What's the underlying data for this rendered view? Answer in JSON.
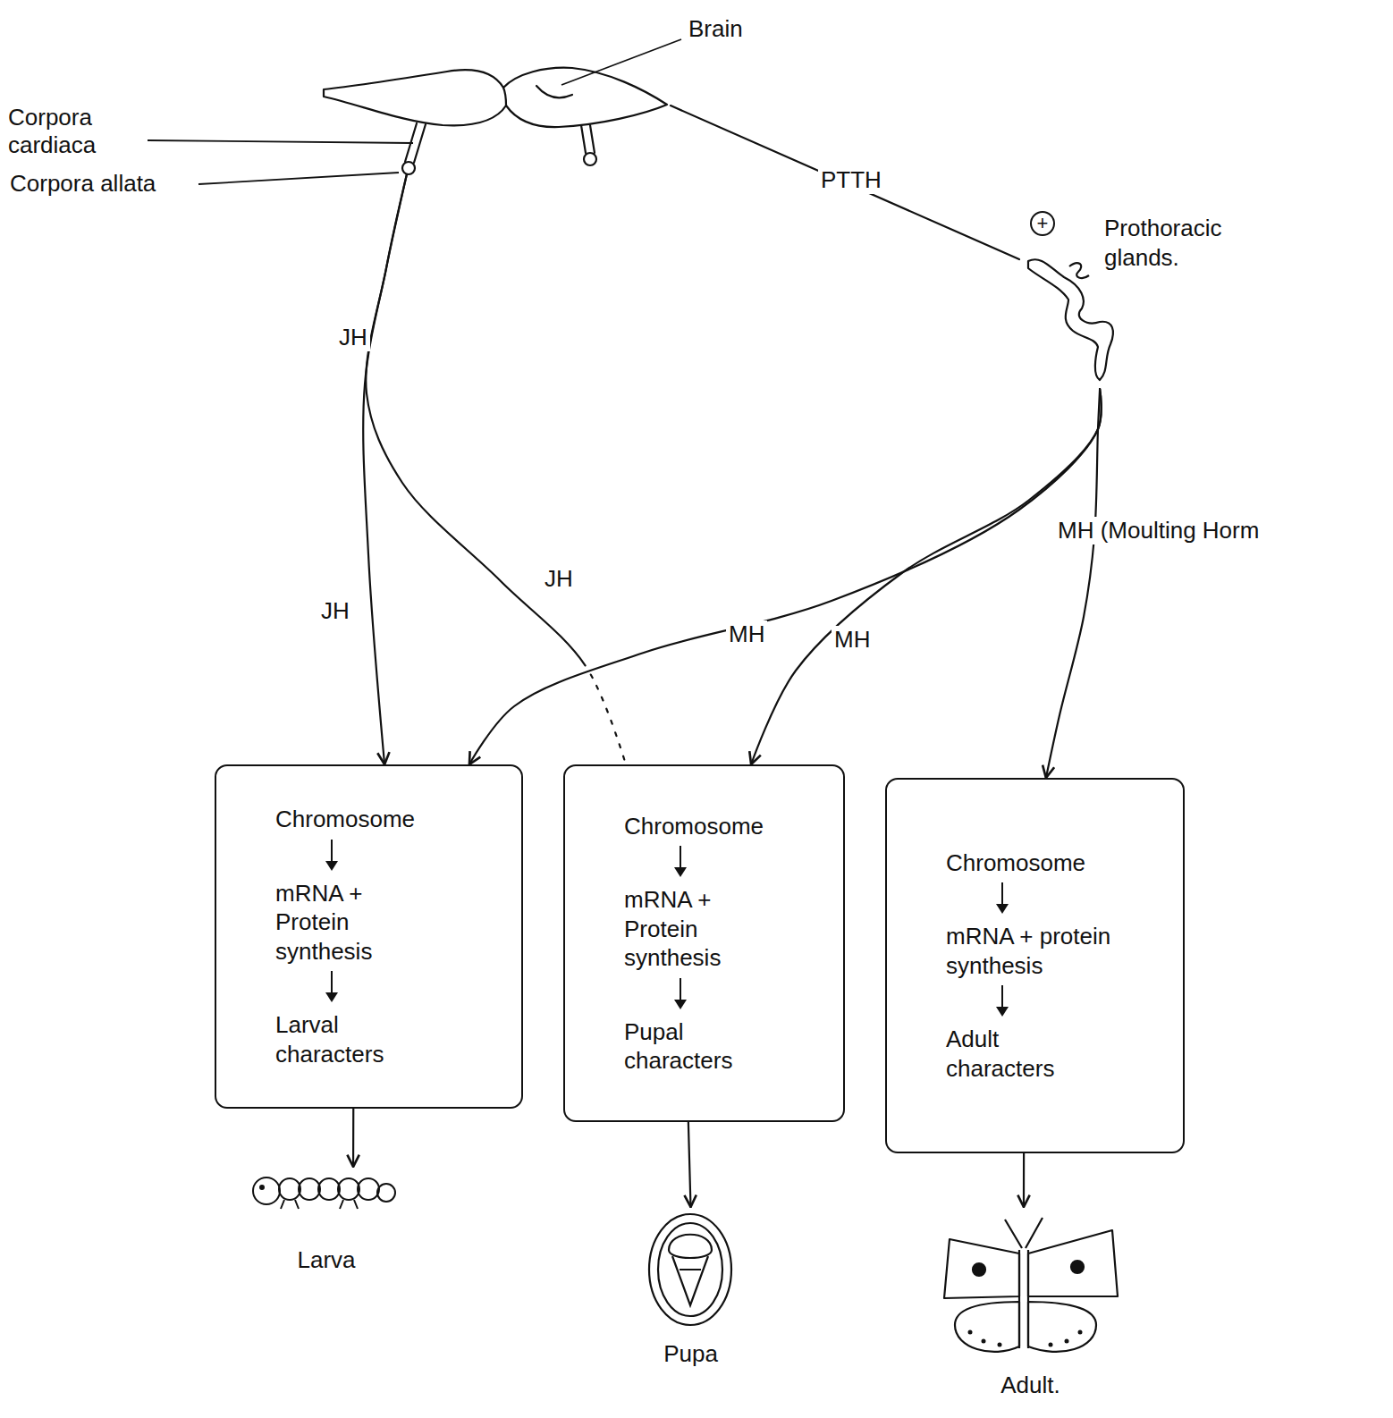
{
  "diagram": {
    "nodes": [
      {
        "text": [
          "Brain"
        ]
      },
      {
        "text": [
          "Prothoracic glands."
        ]
      },
      {
        "text": [
          "Chromosome",
          "mRNA + Protein synthesis",
          "Larval characters"
        ]
      },
      {
        "text": [
          "Chromosome",
          "mRNA + Protein synthesis",
          "Pupal characters"
        ]
      },
      {
        "text": [
          "Chromosome",
          "mRNA + protein synthesis",
          "Adult characters"
        ]
      },
      {
        "text": [
          "Larva"
        ]
      },
      {
        "text": [
          "Pupa"
        ]
      },
      {
        "text": [
          "Adult."
        ]
      }
    ],
    "edges": [
      {
        "from": 0,
        "to": 1,
        "label": "PTTH",
        "arrow": "none"
      },
      {
        "from": 0,
        "to": 2,
        "label": "JH",
        "arrow": "to"
      },
      {
        "from": 0,
        "to": 3,
        "label": "JH",
        "arrow": "none"
      },
      {
        "from": 1,
        "to": 2,
        "label": "MH",
        "arrow": "to"
      },
      {
        "from": 1,
        "to": 3,
        "label": "MH",
        "arrow": "to"
      },
      {
        "from": 1,
        "to": 4,
        "label": "MH (Moulting Horm",
        "arrow": "to"
      },
      {
        "from": 2,
        "to": 5,
        "arrow": "to"
      },
      {
        "from": 3,
        "to": 6,
        "arrow": "to"
      },
      {
        "from": 4,
        "to": 7,
        "arrow": "to"
      }
    ],
    "labels": [
      "Corpora cardiaca",
      "Corpora allata",
      "+",
      "JH"
    ]
  }
}
